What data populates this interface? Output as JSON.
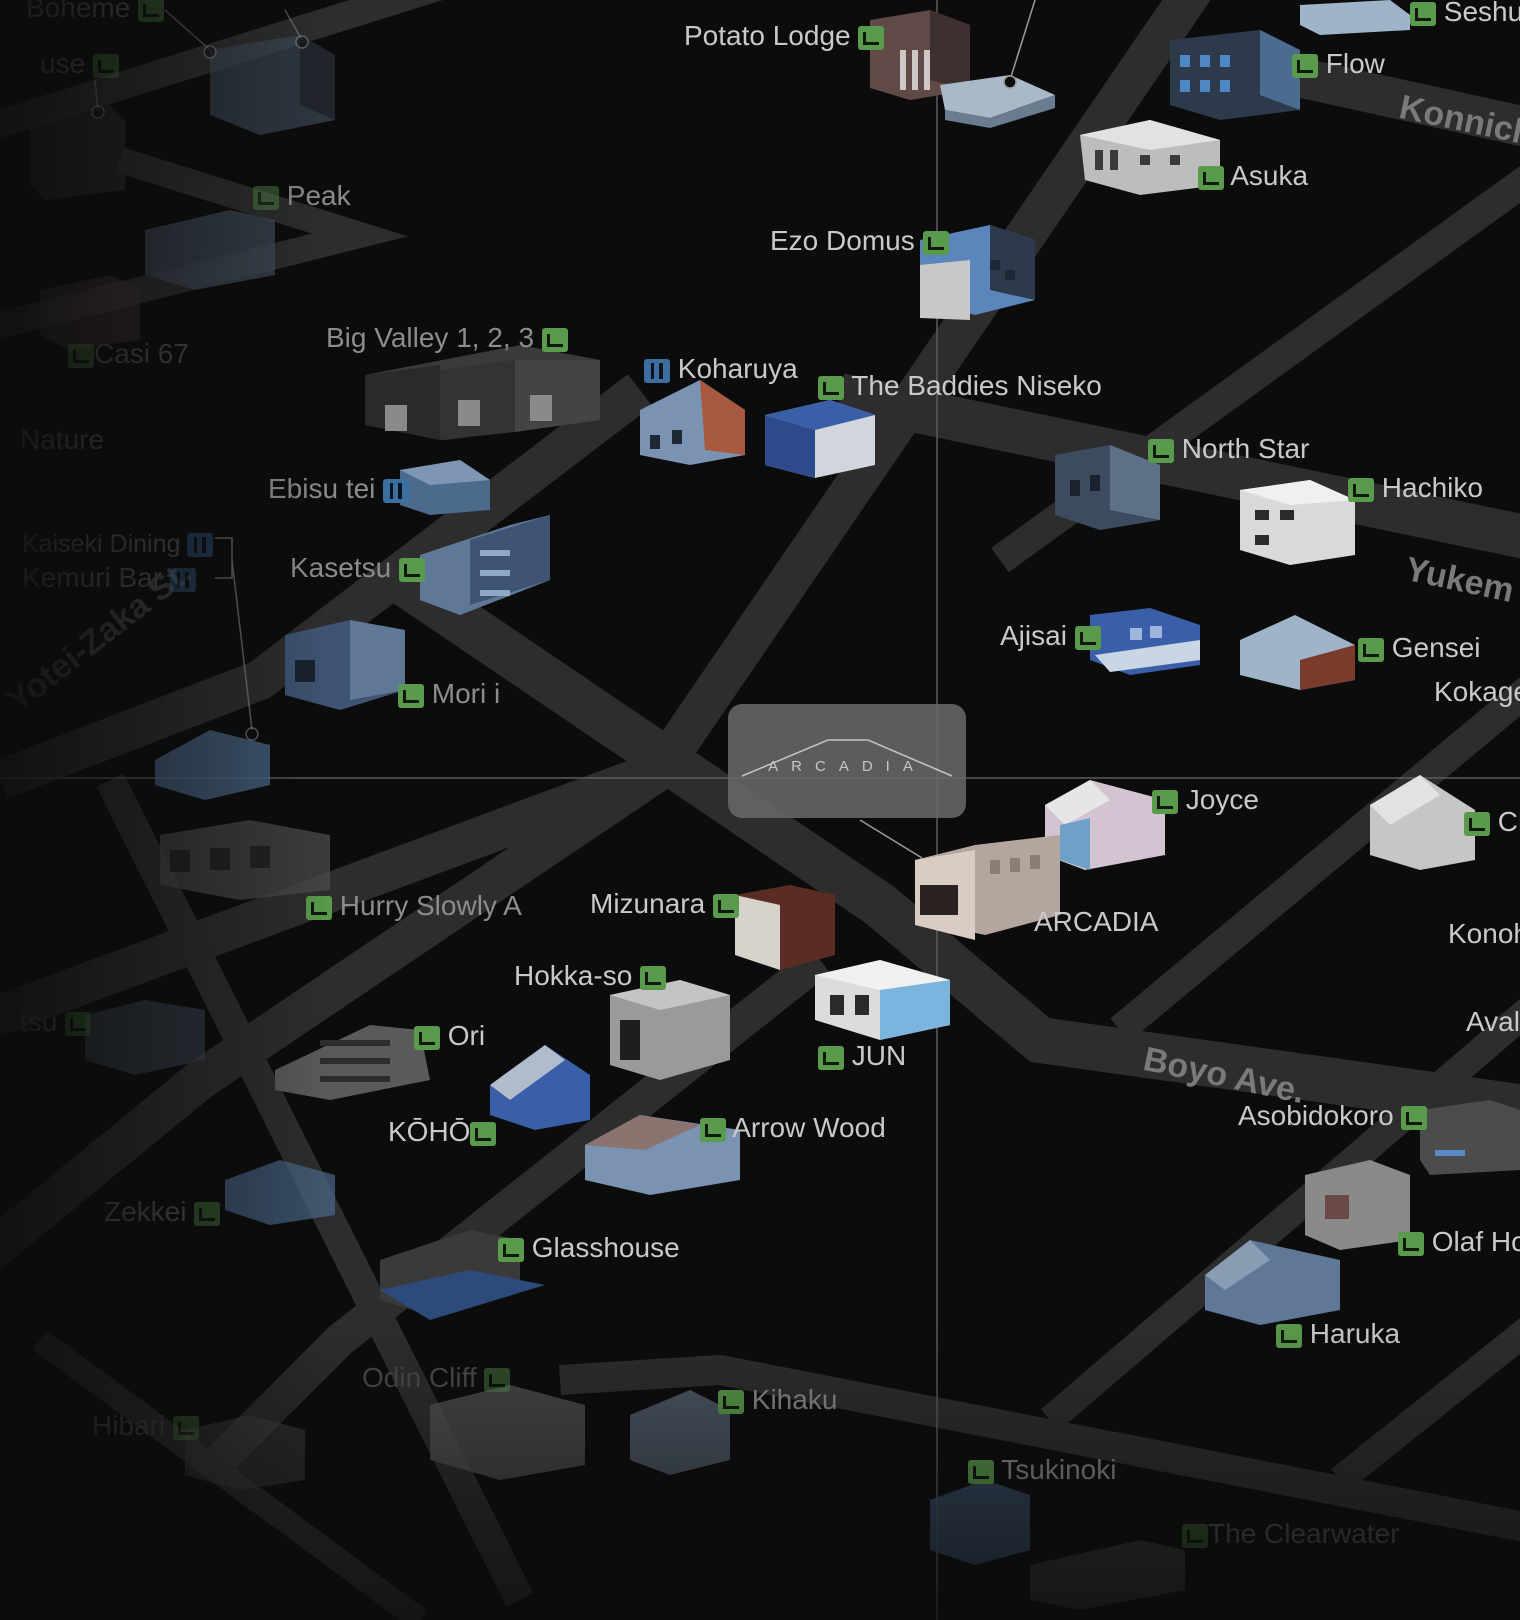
{
  "map": {
    "center_brand": "ARCADIA",
    "streets": {
      "yotei_zaka": "Yotei-Zaka St.",
      "boyo": "Boyo Ave.",
      "konnich": "Konnich",
      "yukem": "Yukem"
    },
    "labels": {
      "boheme": "Boheme",
      "use": "use",
      "peak": "Peak",
      "casi67": "Casi 67",
      "nature": "Nature",
      "kaiseki": "Kaiseki Dining",
      "kemuri": "Kemuri Bar",
      "potato_lodge": "Potato Lodge",
      "seshu": "Seshu",
      "flow": "Flow",
      "asuka": "Asuka",
      "ezo_domus": "Ezo Domus",
      "big_valley": "Big Valley 1, 2, 3",
      "koharuya": "Koharuya",
      "baddies": "The Baddies Niseko",
      "north_star": "North Star",
      "hachiko": "Hachiko",
      "ebisu_tei": "Ebisu tei",
      "kasetsu": "Kasetsu",
      "mori_i": "Mori i",
      "ajisai": "Ajisai",
      "gensei": "Gensei",
      "kokage": "Kokage",
      "joyce": "Joyce",
      "ch": "Ch",
      "arcadia": "ARCADIA",
      "hurry_slowly": "Hurry Slowly A",
      "mizunara": "Mizunara",
      "konoh": "Konoh",
      "hokka_so": "Hokka-so",
      "jun": "JUN",
      "aval": "Aval",
      "ori": "Ori",
      "tsu": "tsu",
      "koho": "KŌHŌ",
      "arrow_wood": "Arrow Wood",
      "asobidokoro": "Asobidokoro",
      "zekkei": "Zekkei",
      "olaf": "Olaf Ho",
      "glasshouse": "Glasshouse",
      "haruka": "Haruka",
      "odin_cliff": "Odin Cliff",
      "kihaku": "Kihaku",
      "hibari": "Hibari",
      "tsukinoki": "Tsukinoki",
      "clearwater": "The Clearwater"
    },
    "icons": {
      "lodging": "bed-icon",
      "dining": "fork-knife-icon"
    },
    "colors": {
      "background": "#0c0c0c",
      "road": "#2f2f2f",
      "label": "#c9c9c9",
      "lodging_icon": "#5a9a4c",
      "dining_icon": "#3c6ea0",
      "callout": "#6a6a6a"
    }
  }
}
